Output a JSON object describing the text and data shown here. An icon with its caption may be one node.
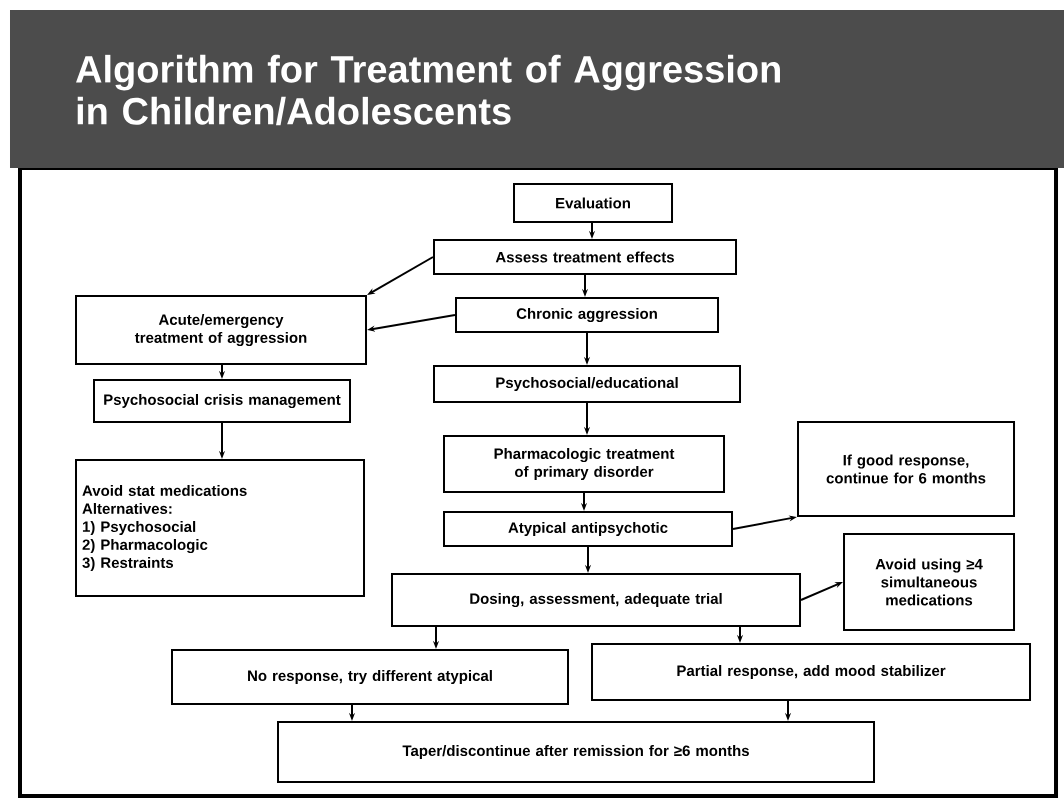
{
  "diagram": {
    "title": "Algorithm for Treatment of Aggression in Children/Adolescents",
    "nodes": [
      {
        "text": [
          "Evaluation"
        ]
      },
      {
        "text": [
          "Assess treatment effects"
        ]
      },
      {
        "text": [
          "Acute/emergency treatment of aggression"
        ]
      },
      {
        "text": [
          "Chronic aggression"
        ]
      },
      {
        "text": [
          "Psychosocial crisis management"
        ]
      },
      {
        "text": [
          "Psychosocial/educational"
        ]
      },
      {
        "text": [
          "Avoid stat medications",
          "Alternatives:",
          "1) Psychosocial",
          "2) Pharmacologic",
          "3) Restraints"
        ]
      },
      {
        "text": [
          "Pharmacologic treatment of primary disorder"
        ]
      },
      {
        "text": [
          "If good response, continue for 6 months"
        ]
      },
      {
        "text": [
          "Atypical antipsychotic"
        ]
      },
      {
        "text": [
          "Dosing, assessment, adequate trial"
        ]
      },
      {
        "text": [
          "Avoid using ≥4 simultaneous medications"
        ]
      },
      {
        "text": [
          "No response, try different atypical"
        ]
      },
      {
        "text": [
          "Partial response, add mood stabilizer"
        ]
      },
      {
        "text": [
          "Taper/discontinue after remission for ≥6 months"
        ]
      }
    ],
    "edges": [
      {
        "from": 0,
        "to": 1,
        "arrow": "to"
      },
      {
        "from": 1,
        "to": 2,
        "arrow": "to"
      },
      {
        "from": 1,
        "to": 3,
        "arrow": "to"
      },
      {
        "from": 3,
        "to": 2,
        "arrow": "to"
      },
      {
        "from": 2,
        "to": 4,
        "arrow": "to"
      },
      {
        "from": 4,
        "to": 6,
        "arrow": "to"
      },
      {
        "from": 3,
        "to": 5,
        "arrow": "to"
      },
      {
        "from": 5,
        "to": 7,
        "arrow": "to"
      },
      {
        "from": 7,
        "to": 9,
        "arrow": "to"
      },
      {
        "from": 9,
        "to": 8,
        "arrow": "to"
      },
      {
        "from": 9,
        "to": 10,
        "arrow": "to"
      },
      {
        "from": 10,
        "to": 11,
        "arrow": "to"
      },
      {
        "from": 10,
        "to": 12,
        "arrow": "to"
      },
      {
        "from": 10,
        "to": 13,
        "arrow": "to"
      },
      {
        "from": 12,
        "to": 14,
        "arrow": "to"
      },
      {
        "from": 13,
        "to": 14,
        "arrow": "to"
      }
    ]
  }
}
